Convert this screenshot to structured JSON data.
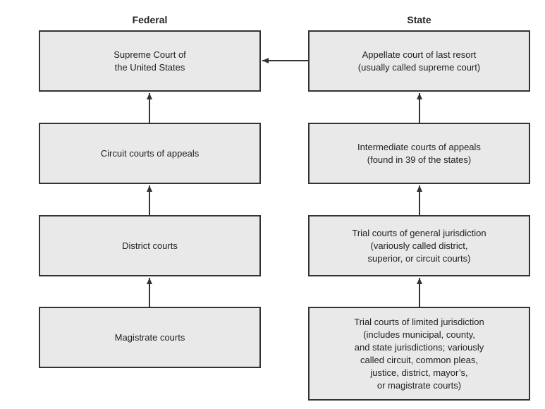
{
  "headers": {
    "federal": "Federal",
    "state": "State"
  },
  "federal": [
    {
      "label": "Supreme Court of\nthe United States"
    },
    {
      "label": "Circuit courts of appeals"
    },
    {
      "label": "District courts"
    },
    {
      "label": "Magistrate courts"
    }
  ],
  "state": [
    {
      "label": "Appellate court of last resort\n(usually called supreme court)"
    },
    {
      "label": "Intermediate courts of appeals\n(found in 39 of the states)"
    },
    {
      "label": "Trial courts of general jurisdiction\n(variously called district,\nsuperior, or circuit courts)"
    },
    {
      "label": "Trial courts of limited jurisdiction\n(includes municipal, county,\nand state jurisdictions; variously\ncalled circuit, common pleas,\njustice, district, mayor’s,\nor magistrate courts)"
    }
  ]
}
